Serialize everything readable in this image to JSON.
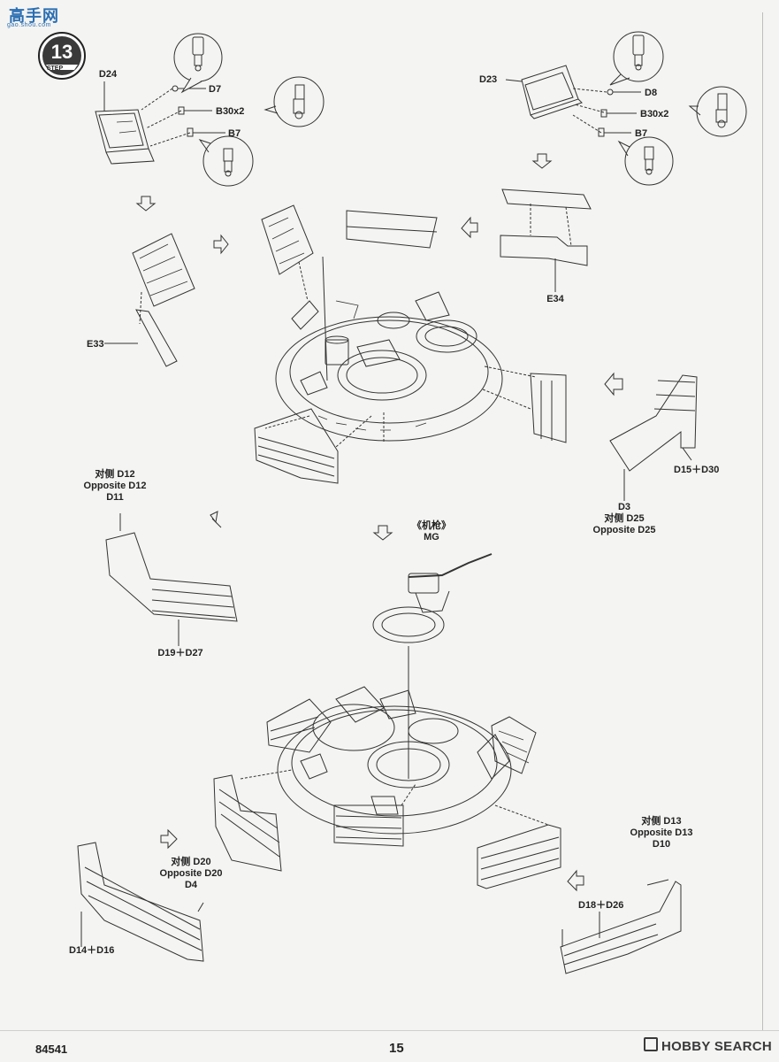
{
  "watermark": {
    "site_name": "高手网",
    "site_url": "gao.shou.com"
  },
  "step": {
    "number": "13",
    "label": "STEP"
  },
  "labels": {
    "d24": "D24",
    "d7": "D7",
    "b30x2_left": "B30x2",
    "b7_left": "B7",
    "d23": "D23",
    "d8": "D8",
    "b30x2_right": "B30x2",
    "b7_right": "B7",
    "e34": "E34",
    "e33": "E33",
    "d15_d30": "D15＋D30",
    "d19_d27": "D19＋D27",
    "d18_d26": "D18＋D26",
    "d14_d16": "D14＋D16"
  },
  "stacks": {
    "d3_group": [
      "D3",
      "对侧 D25",
      "Opposite D25"
    ],
    "d11_group": [
      "对侧 D12",
      "Opposite D12",
      "D11"
    ],
    "mg_group": [
      "《机枪》",
      "MG"
    ],
    "d10_group": [
      "对侧 D13",
      "Opposite D13",
      "D10"
    ],
    "d4_group": [
      "对侧 D20",
      "Opposite D20",
      "D4"
    ]
  },
  "footer": {
    "kit_number": "84541",
    "page_number": "15",
    "brand": "HOBBY SEARCH"
  },
  "icons": [
    "arrow-icon",
    "zoom-callout-icon",
    "tank-turret-icon",
    "step-badge-icon",
    "hobbysearch-logo-icon"
  ]
}
